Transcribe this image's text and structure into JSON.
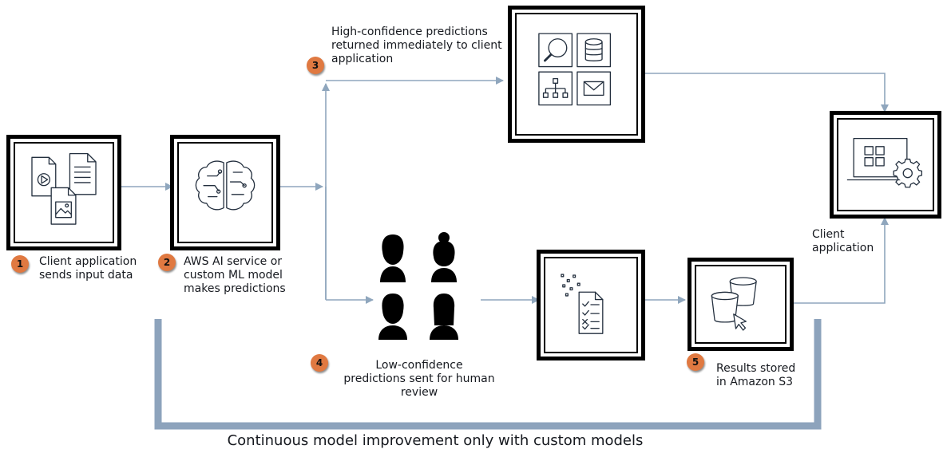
{
  "colors": {
    "connector": "#8fa6bd",
    "feedback_bar": "#8da3bc",
    "badge": "#e07941",
    "box_border": "#000000"
  },
  "steps": [
    {
      "number": "1",
      "label": "Client application\nsends input data"
    },
    {
      "number": "2",
      "label": "AWS AI service or\ncustom ML model\nmakes predictions"
    },
    {
      "number": "3",
      "label": "High-confidence predictions\nreturned immediately to client\napplication"
    },
    {
      "number": "4",
      "label": "Low-confidence\npredictions sent for human\nreview"
    },
    {
      "number": "5",
      "label": "Results stored\nin Amazon S3"
    }
  ],
  "client_application_label": "Client\napplication",
  "footer": "Continuous model improvement only with custom models",
  "icons": {
    "input_data": [
      "video-file-icon",
      "document-icon",
      "image-file-icon"
    ],
    "ml_model": "brain-circuit-icon",
    "client_services": [
      "search-icon",
      "database-icon",
      "hierarchy-icon",
      "mail-icon"
    ],
    "human_reviewers": [
      "reviewer-icon",
      "reviewer-icon",
      "reviewer-icon",
      "reviewer-icon"
    ],
    "review_task": "checklist-document-icon",
    "s3": "s3-buckets-icon",
    "client_app": "laptop-gear-icon"
  }
}
